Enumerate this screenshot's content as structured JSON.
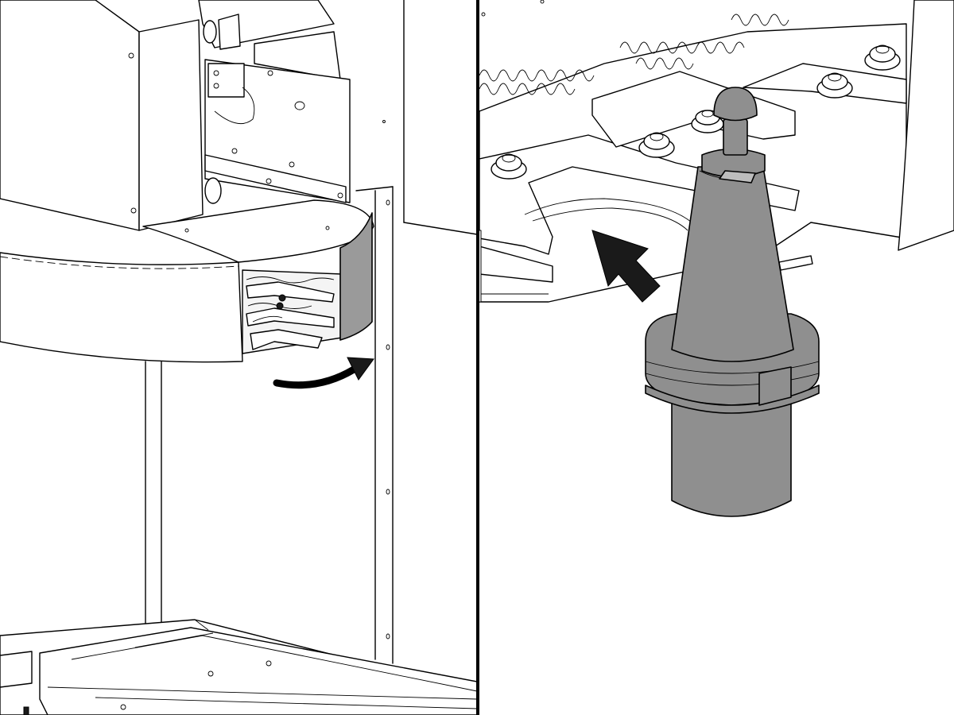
{
  "figure": {
    "panels": [
      {
        "id": "left",
        "depicts": "carousel-tool-changer-overview",
        "arrow": "curved-rotation-arrow"
      },
      {
        "id": "right",
        "depicts": "tool-holder-insertion-detail",
        "arrow": "straight-insertion-arrow"
      }
    ],
    "colors": {
      "line": "#000000",
      "background": "#ffffff",
      "tool_holder": "#8f8f8f",
      "carousel_shield": "#9a9a9a",
      "arrow": "#000000"
    }
  }
}
